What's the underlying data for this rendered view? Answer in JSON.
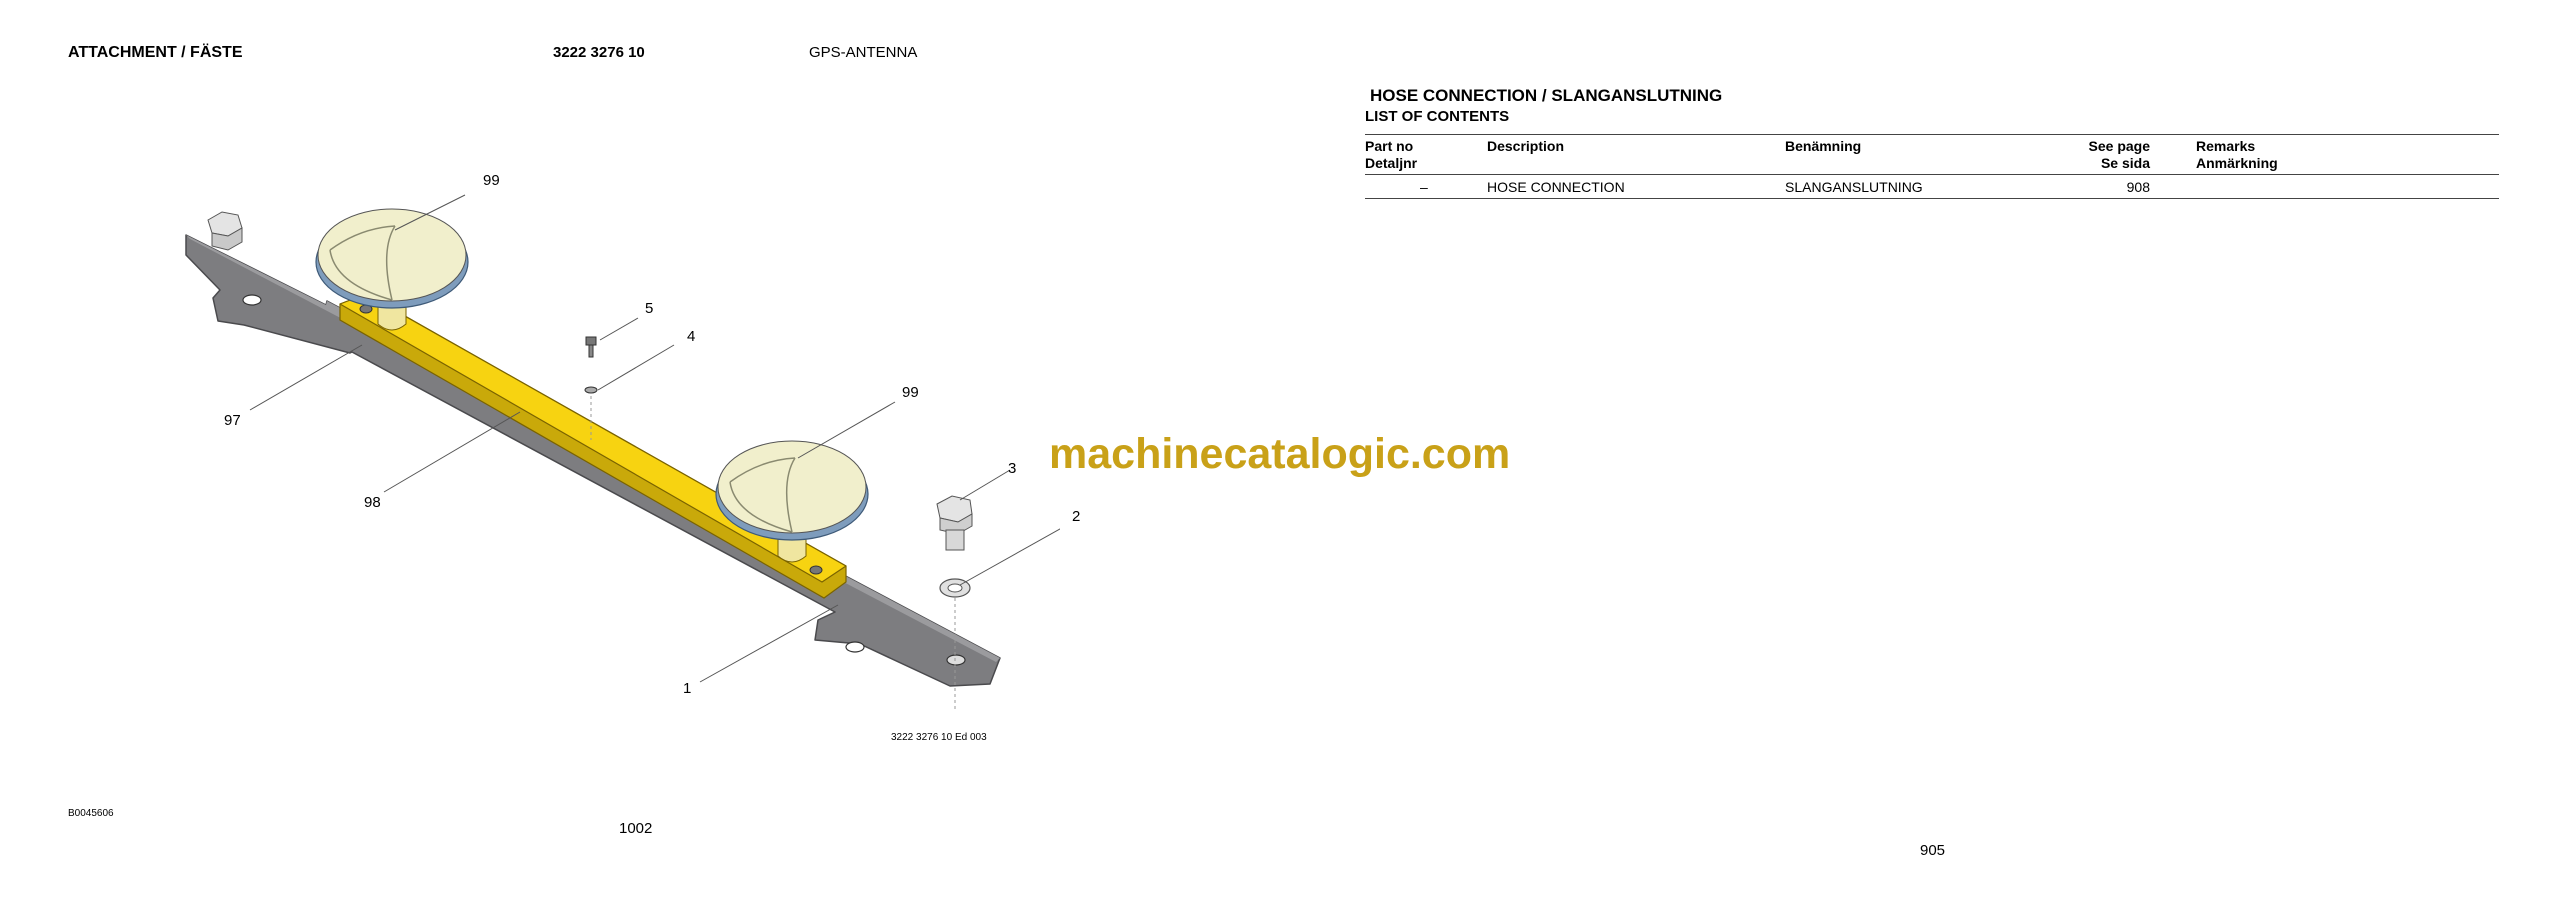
{
  "left_page": {
    "header": {
      "section": "ATTACHMENT / FÄSTE",
      "part_number": "3222 3276 10",
      "part_name": "GPS-ANTENNA"
    },
    "callouts": [
      "99",
      "5",
      "4",
      "99",
      "97",
      "98",
      "3",
      "2",
      "1"
    ],
    "drawing_ref": "3222 3276 10 Ed 003",
    "doc_code": "B0045606",
    "page_number": "1002"
  },
  "right_page": {
    "title": "HOSE CONNECTION  / SLANGANSLUTNING",
    "subtitle": "LIST OF CONTENTS",
    "columns": {
      "part_no": [
        "Part no",
        "Detaljnr"
      ],
      "description": "Description",
      "benamning": "Benämning",
      "see_page": [
        "See page",
        "Se sida"
      ],
      "remarks": [
        "Remarks",
        "Anmärkning"
      ]
    },
    "rows": [
      {
        "part_no": "–",
        "description": "HOSE CONNECTION",
        "benamning": "SLANGANSLUTNING",
        "see_page": "908",
        "remarks": ""
      }
    ],
    "page_number": "905"
  },
  "watermark": "machinecatalogic.com",
  "colors": {
    "bracket_gray": "#7d7d80",
    "mount_yellow": "#f7d311",
    "antenna_cream": "#f1efcc",
    "antenna_ring": "#7e9cbc",
    "watermark": "#c9a118"
  }
}
